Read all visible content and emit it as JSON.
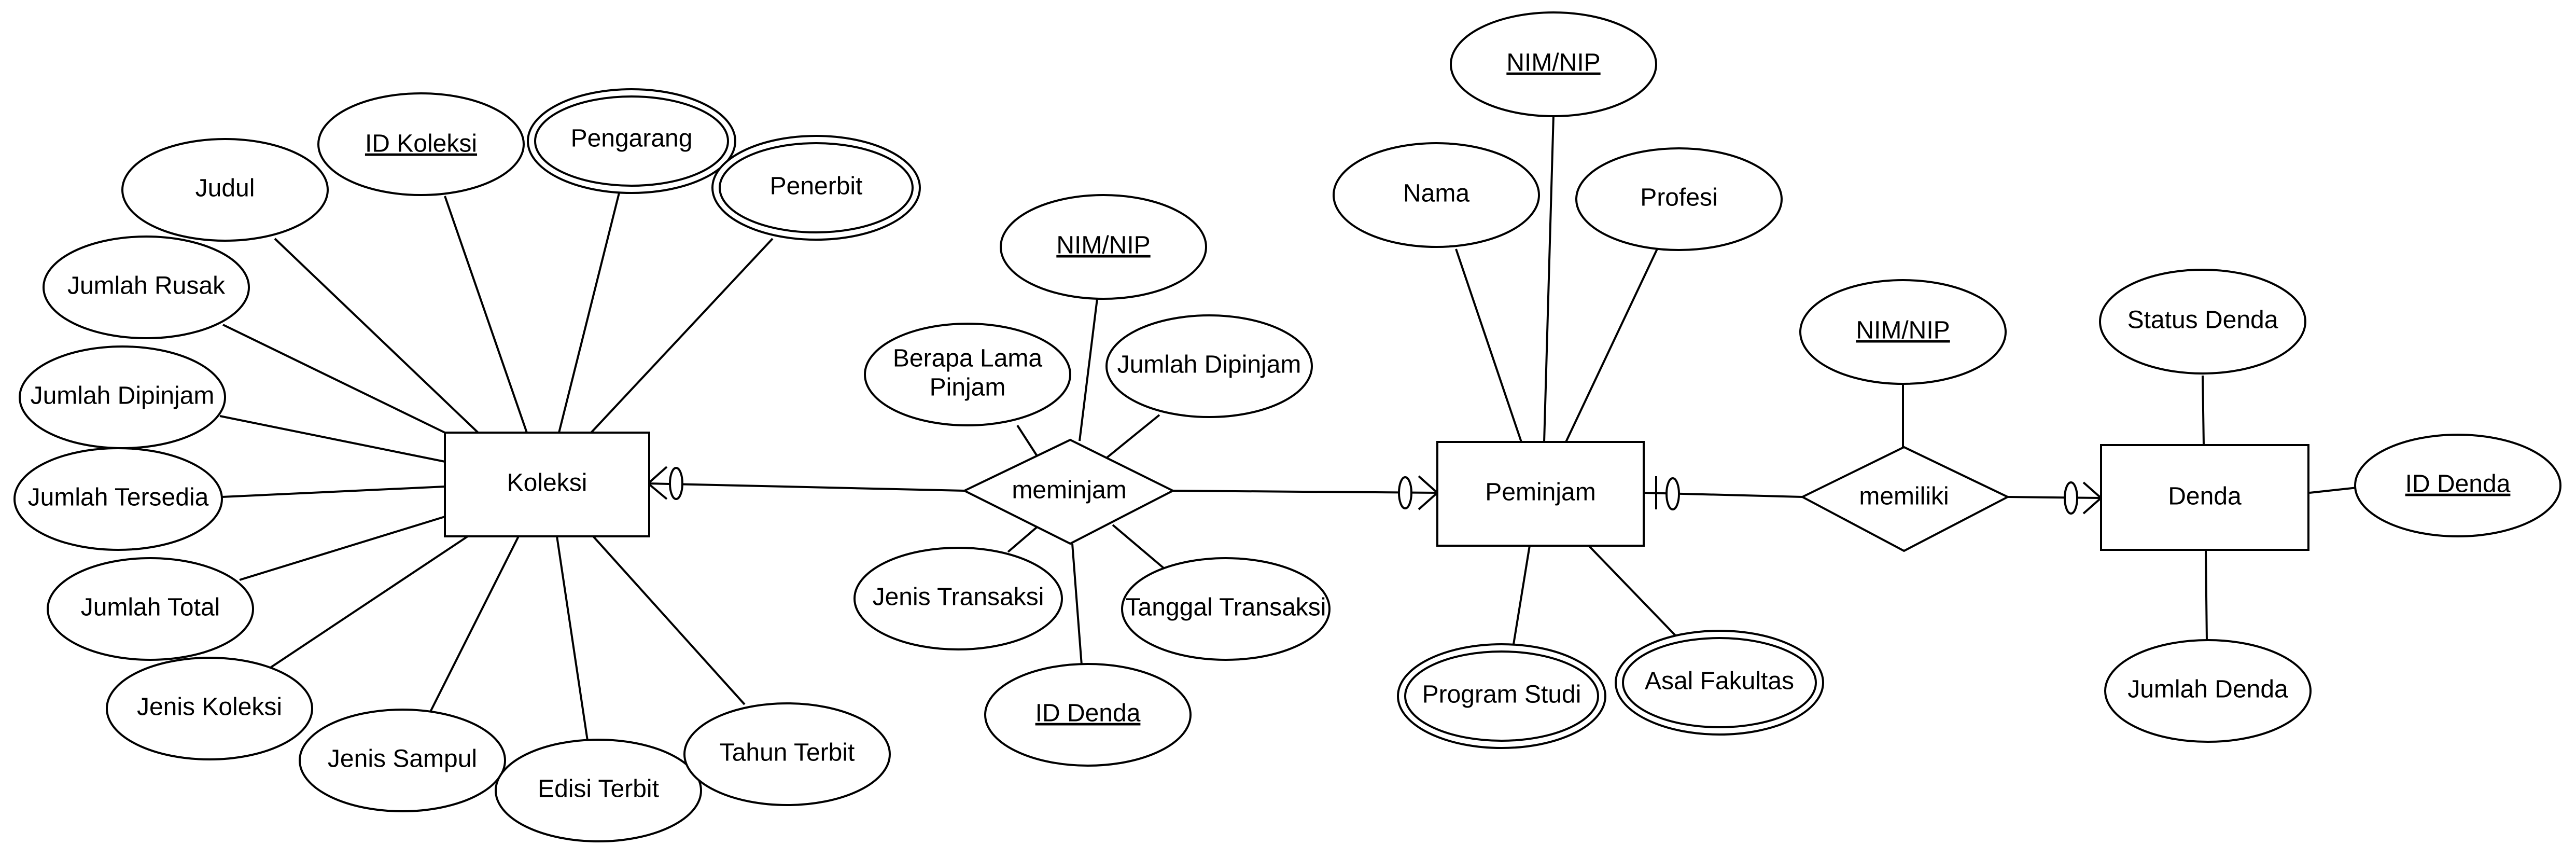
{
  "entities": {
    "koleksi": "Koleksi",
    "peminjam": "Peminjam",
    "denda": "Denda"
  },
  "relationships": {
    "meminjam": "meminjam",
    "memiliki": "memiliki"
  },
  "attributes": {
    "koleksi": {
      "judul": "Judul",
      "id_koleksi": "ID Koleksi",
      "pengarang": "Pengarang",
      "penerbit": "Penerbit",
      "jumlah_rusak": "Jumlah Rusak",
      "jumlah_dipinjam": "Jumlah Dipinjam",
      "jumlah_tersedia": "Jumlah Tersedia",
      "jumlah_total": "Jumlah Total",
      "jenis_koleksi": "Jenis Koleksi",
      "jenis_sampul": "Jenis Sampul",
      "edisi_terbit": "Edisi Terbit",
      "tahun_terbit": "Tahun Terbit"
    },
    "meminjam": {
      "nim_nip": "NIM/NIP",
      "berapa_lama_line1": "Berapa Lama",
      "berapa_lama_line2": "Pinjam",
      "jumlah_dipinjam": "Jumlah Dipinjam",
      "jenis_transaksi": "Jenis Transaksi",
      "tanggal_transaksi": "Tanggal Transaksi",
      "id_denda": "ID Denda"
    },
    "peminjam": {
      "nim_nip": "NIM/NIP",
      "nama": "Nama",
      "profesi": "Profesi",
      "program_studi": "Program Studi",
      "asal_fakultas": "Asal Fakultas"
    },
    "memiliki": {
      "nim_nip": "NIM/NIP"
    },
    "denda": {
      "status_denda": "Status Denda",
      "id_denda": "ID Denda",
      "jumlah_denda": "Jumlah Denda"
    }
  }
}
